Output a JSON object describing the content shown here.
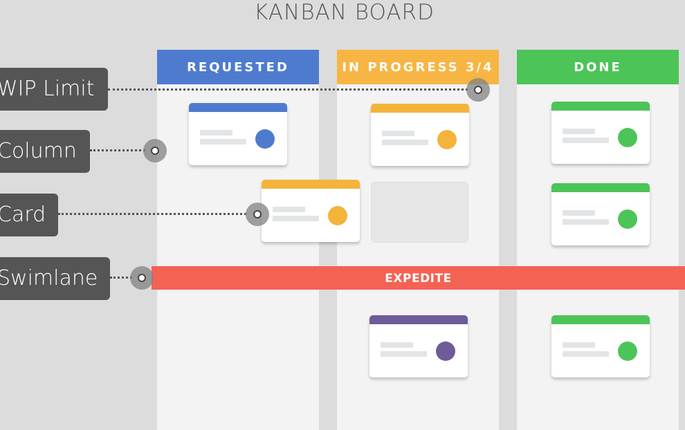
{
  "title": "KANBAN BOARD",
  "columns": [
    {
      "label": "REQUESTED",
      "color": "#4f7bcf"
    },
    {
      "label": "IN PROGRESS 3/4",
      "color": "#f7b543"
    },
    {
      "label": "DONE",
      "color": "#4cc458"
    }
  ],
  "swimlane": {
    "label": "EXPEDITE",
    "color": "#f46254"
  },
  "callouts": {
    "wip_limit": "WIP Limit",
    "column": "Column",
    "card": "Card",
    "swimlane": "Swimlane"
  },
  "card_colors": {
    "blue": "#4f7bcf",
    "yellow": "#f4b33a",
    "green": "#4cc458",
    "purple": "#6e5b9a"
  }
}
